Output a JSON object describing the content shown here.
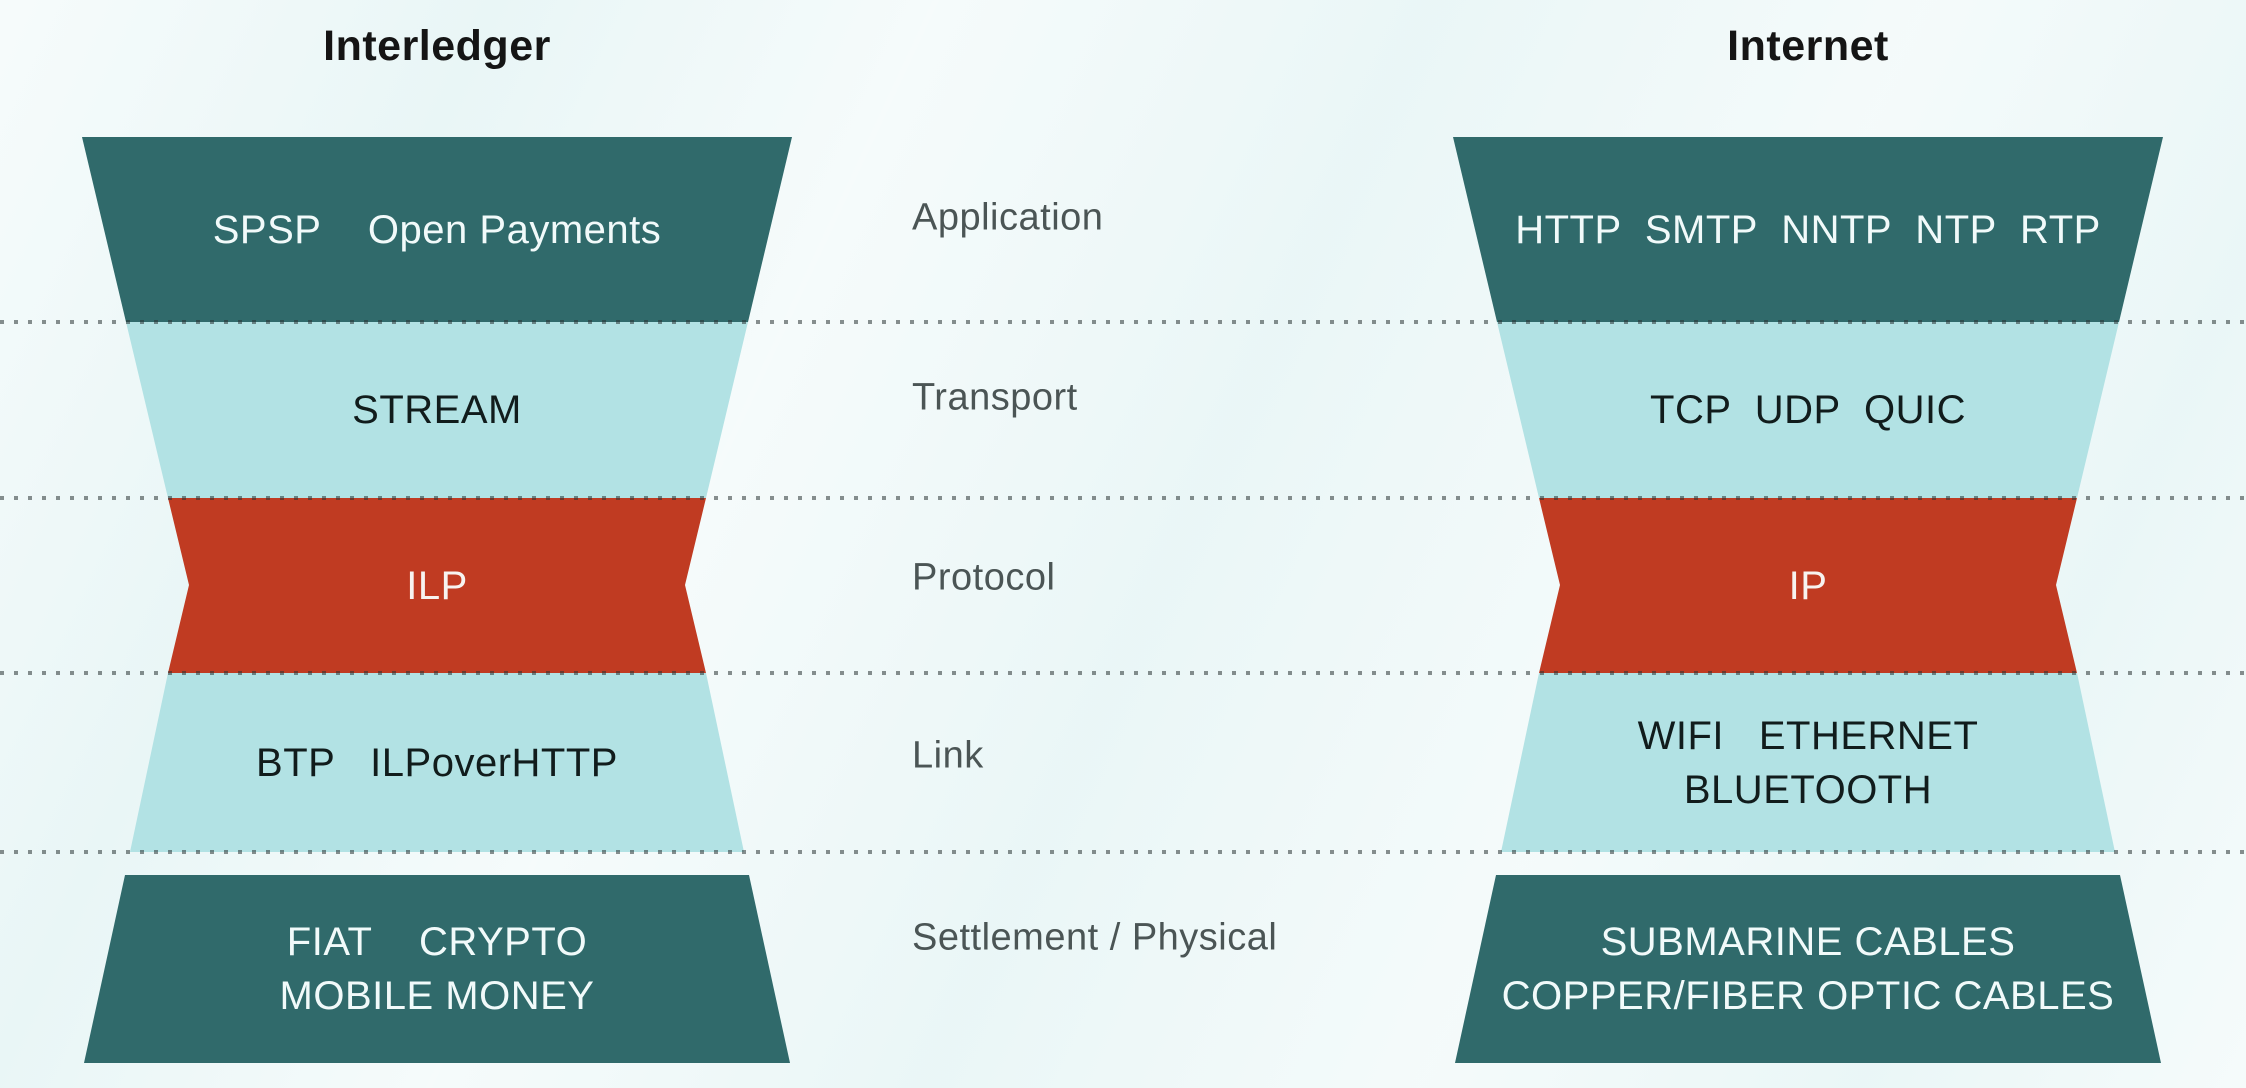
{
  "diagram": {
    "layer_labels": [
      "Application",
      "Transport",
      "Protocol",
      "Link",
      "Settlement / Physical"
    ],
    "stacks": {
      "interledger": {
        "title": "Interledger",
        "application": {
          "lines": [
            [
              "SPSP",
              "Open Payments"
            ]
          ]
        },
        "transport": {
          "lines": [
            [
              "STREAM"
            ]
          ]
        },
        "protocol": {
          "lines": [
            [
              "ILP"
            ]
          ]
        },
        "link": {
          "lines": [
            [
              "BTP",
              "ILPoverHTTP"
            ]
          ]
        },
        "settlement": {
          "lines": [
            [
              "FIAT",
              "CRYPTO"
            ],
            [
              "MOBILE MONEY"
            ]
          ]
        }
      },
      "internet": {
        "title": "Internet",
        "application": {
          "lines": [
            [
              "HTTP",
              "SMTP",
              "NNTP",
              "NTP",
              "RTP"
            ]
          ]
        },
        "transport": {
          "lines": [
            [
              "TCP",
              "UDP",
              "QUIC"
            ]
          ]
        },
        "protocol": {
          "lines": [
            [
              "IP"
            ]
          ]
        },
        "link": {
          "lines": [
            [
              "WIFI",
              "ETHERNET"
            ],
            [
              "BLUETOOTH"
            ]
          ]
        },
        "settlement": {
          "lines": [
            [
              "SUBMARINE CABLES"
            ],
            [
              "COPPER/FIBER OPTIC CABLES"
            ]
          ]
        }
      }
    },
    "colors": {
      "dark_teal": "#306a6b",
      "light_cyan": "#b2e2e4",
      "red": "#c03b22",
      "label_gray": "#4b5555",
      "background": "#ecf7f7",
      "separator_dot": "rgba(42,52,52,0.55)"
    }
  }
}
